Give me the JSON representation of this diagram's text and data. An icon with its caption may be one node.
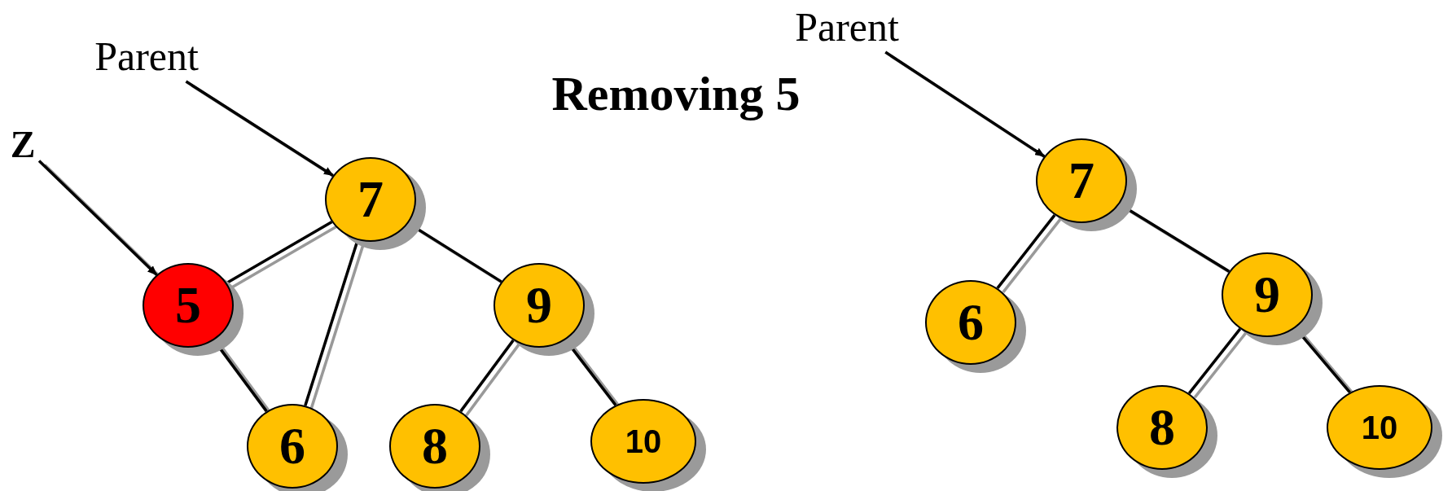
{
  "diagram": {
    "title": "Removing 5",
    "nodes": [
      {
        "text": [
          "Z"
        ]
      },
      {
        "text": [
          "Parent"
        ]
      },
      {
        "text": [
          "7"
        ]
      },
      {
        "text": [
          "5"
        ]
      },
      {
        "text": [
          "9"
        ]
      },
      {
        "text": [
          "6"
        ]
      },
      {
        "text": [
          "8"
        ]
      },
      {
        "text": [
          "10"
        ]
      },
      {
        "text": [
          "Parent"
        ]
      },
      {
        "text": [
          "7"
        ]
      },
      {
        "text": [
          "6"
        ]
      },
      {
        "text": [
          "9"
        ]
      },
      {
        "text": [
          "8"
        ]
      },
      {
        "text": [
          "10"
        ]
      }
    ],
    "edges": [
      {
        "from": 0,
        "to": 3,
        "arrow": "to"
      },
      {
        "from": 1,
        "to": 2,
        "arrow": "to"
      },
      {
        "from": 2,
        "to": 3,
        "arrow": "none"
      },
      {
        "from": 2,
        "to": 5,
        "arrow": "none"
      },
      {
        "from": 2,
        "to": 4,
        "arrow": "none"
      },
      {
        "from": 3,
        "to": 5,
        "arrow": "none"
      },
      {
        "from": 4,
        "to": 6,
        "arrow": "none"
      },
      {
        "from": 4,
        "to": 7,
        "arrow": "none"
      },
      {
        "from": 8,
        "to": 9,
        "arrow": "to"
      },
      {
        "from": 9,
        "to": 10,
        "arrow": "none"
      },
      {
        "from": 9,
        "to": 11,
        "arrow": "none"
      },
      {
        "from": 11,
        "to": 12,
        "arrow": "none"
      },
      {
        "from": 11,
        "to": 13,
        "arrow": "none"
      }
    ]
  }
}
